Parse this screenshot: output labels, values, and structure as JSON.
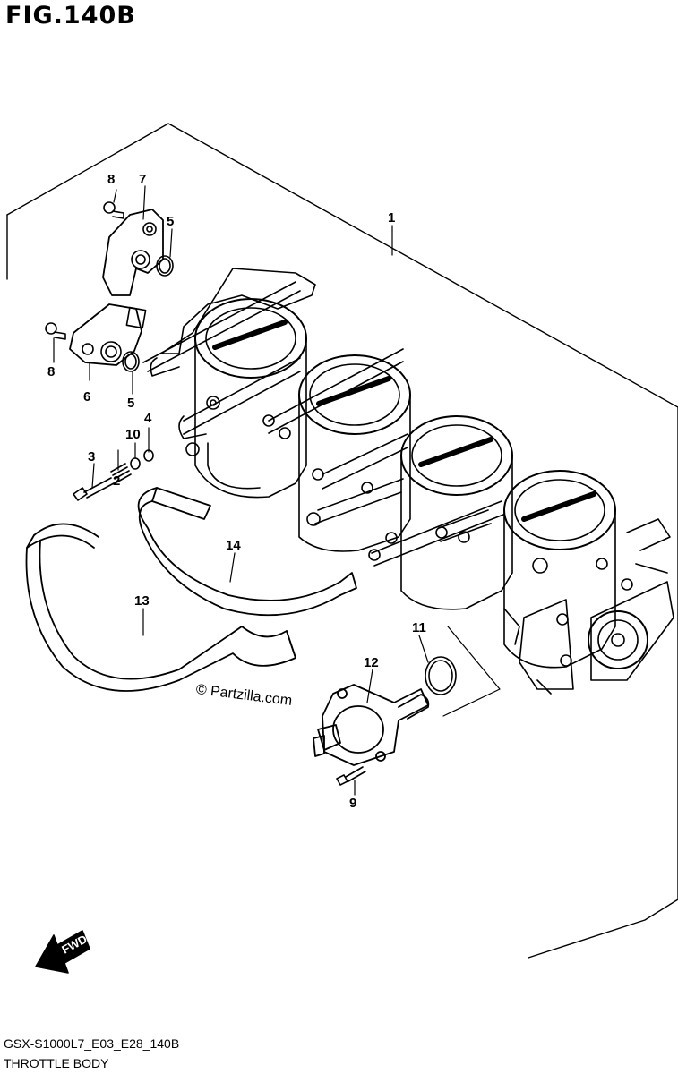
{
  "figure": {
    "title": "FIG.140B",
    "code": "GSX-S1000L7_E03_E28_140B",
    "caption": "THROTTLE BODY",
    "watermark": "© Partzilla.com",
    "fwd_label": "FWD"
  },
  "callouts": [
    {
      "id": "1",
      "label": "1"
    },
    {
      "id": "2",
      "label": "2"
    },
    {
      "id": "3",
      "label": "3"
    },
    {
      "id": "4",
      "label": "4"
    },
    {
      "id": "5a",
      "label": "5"
    },
    {
      "id": "5b",
      "label": "5"
    },
    {
      "id": "6",
      "label": "6"
    },
    {
      "id": "7",
      "label": "7"
    },
    {
      "id": "8a",
      "label": "8"
    },
    {
      "id": "8b",
      "label": "8"
    },
    {
      "id": "9",
      "label": "9"
    },
    {
      "id": "10",
      "label": "10"
    },
    {
      "id": "11",
      "label": "11"
    },
    {
      "id": "12",
      "label": "12"
    },
    {
      "id": "13",
      "label": "13"
    },
    {
      "id": "14",
      "label": "14"
    }
  ]
}
